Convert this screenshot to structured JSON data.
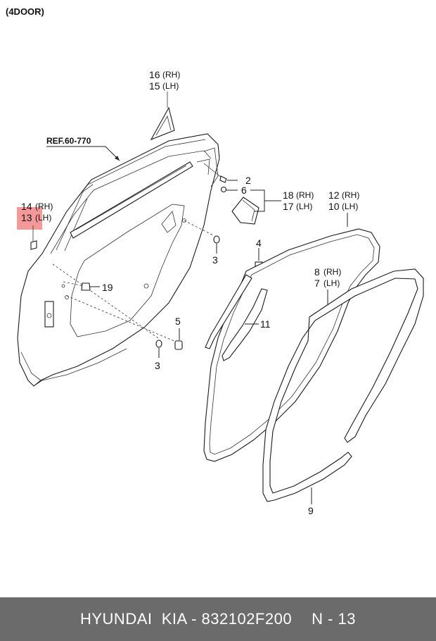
{
  "header": {
    "title": "(4DOOR)"
  },
  "ref_label": "REF.60-770",
  "highlight_color": "#f08080",
  "callouts": {
    "c16": "16",
    "c16_side": "(RH)",
    "c15": "15",
    "c15_side": "(LH)",
    "c14": "14",
    "c14_side": "(RH)",
    "c13": "13",
    "c13_side": "(LH)",
    "c2": "2",
    "c6": "6",
    "c18": "18",
    "c18_side": "(RH)",
    "c17": "17",
    "c17_side": "(LH)",
    "c12": "12",
    "c12_side": "(RH)",
    "c10": "10",
    "c10_side": "(LH)",
    "c3a": "3",
    "c3b": "3",
    "c4": "4",
    "c5": "5",
    "c8": "8",
    "c8_side": "(RH)",
    "c7": "7",
    "c7_side": "(LH)",
    "c11": "11",
    "c9": "9",
    "c19": "19"
  },
  "footer": {
    "brand": "HYUNDAI  KIA - 832102F200",
    "page": "N - 13"
  }
}
